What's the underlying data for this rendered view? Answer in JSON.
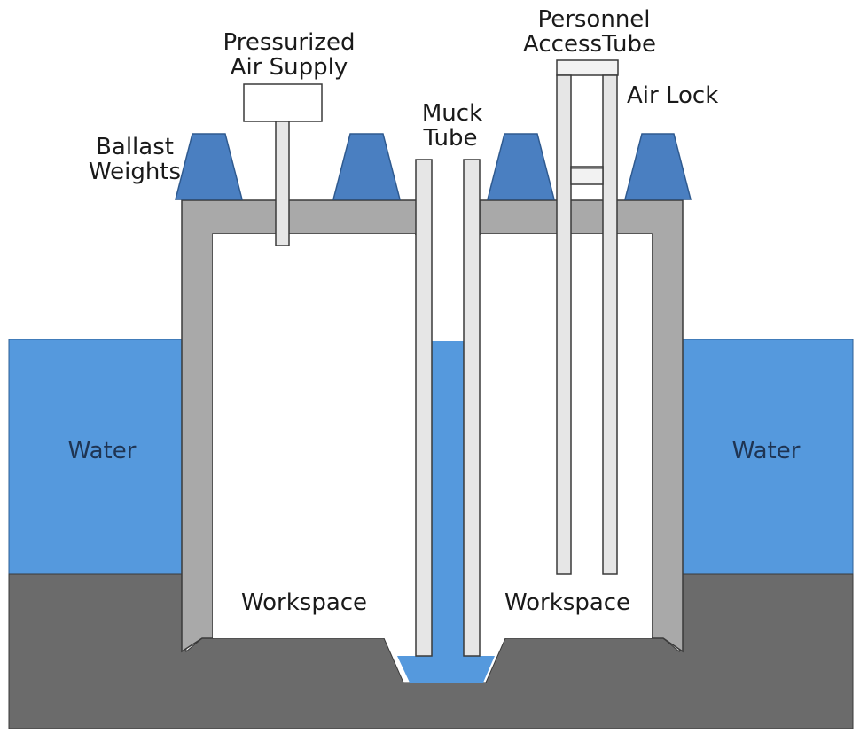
{
  "labels": {
    "pressurized_air_supply_line1": "Pressurized",
    "pressurized_air_supply_line2": "Air Supply",
    "personnel_access_tube_line1": "Personnel",
    "personnel_access_tube_line2": "AccessTube",
    "air_lock": "Air Lock",
    "muck_tube_line1": "Muck",
    "muck_tube_line2": "Tube",
    "ballast_weights_line1": "Ballast",
    "ballast_weights_line2": "Weights",
    "water_left": "Water",
    "water_right": "Water",
    "workspace_left": "Workspace",
    "workspace_right": "Workspace"
  },
  "colors": {
    "water": "#5599dd",
    "ground": "#6b6b6b",
    "caisson_wall": "#a9a9a9",
    "tube": "#e6e6e6",
    "ballast": "#4a7fc1",
    "outline": "#333333"
  }
}
